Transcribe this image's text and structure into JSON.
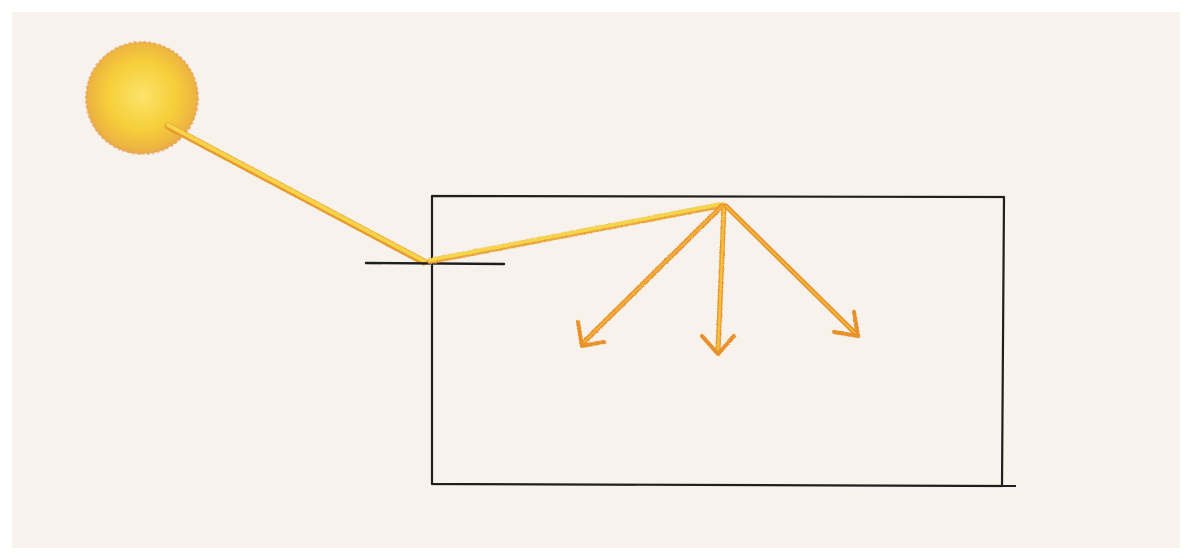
{
  "colors": {
    "page_background": "#ffffff",
    "paper": "#f8f2ec",
    "sun_core": "#f8d23a",
    "sun_edge": "#e8a84a",
    "ray_main": "#f2c431",
    "ray_edge": "#e89a2e",
    "ray_reflected": "#e8902a",
    "outline": "#1e1e1e"
  },
  "elements": {
    "sun": {
      "icon": "sun-icon",
      "style": "colored-pencil"
    },
    "incoming_ray": {
      "direction": "sun-to-window"
    },
    "window_ledge": {
      "shape": "horizontal-line"
    },
    "room": {
      "shape": "rectangle-outline"
    },
    "ceiling_ray": {
      "direction": "window-to-ceiling"
    },
    "diffuse_rays": {
      "count": 3,
      "icon": "arrow-down-icon"
    }
  }
}
